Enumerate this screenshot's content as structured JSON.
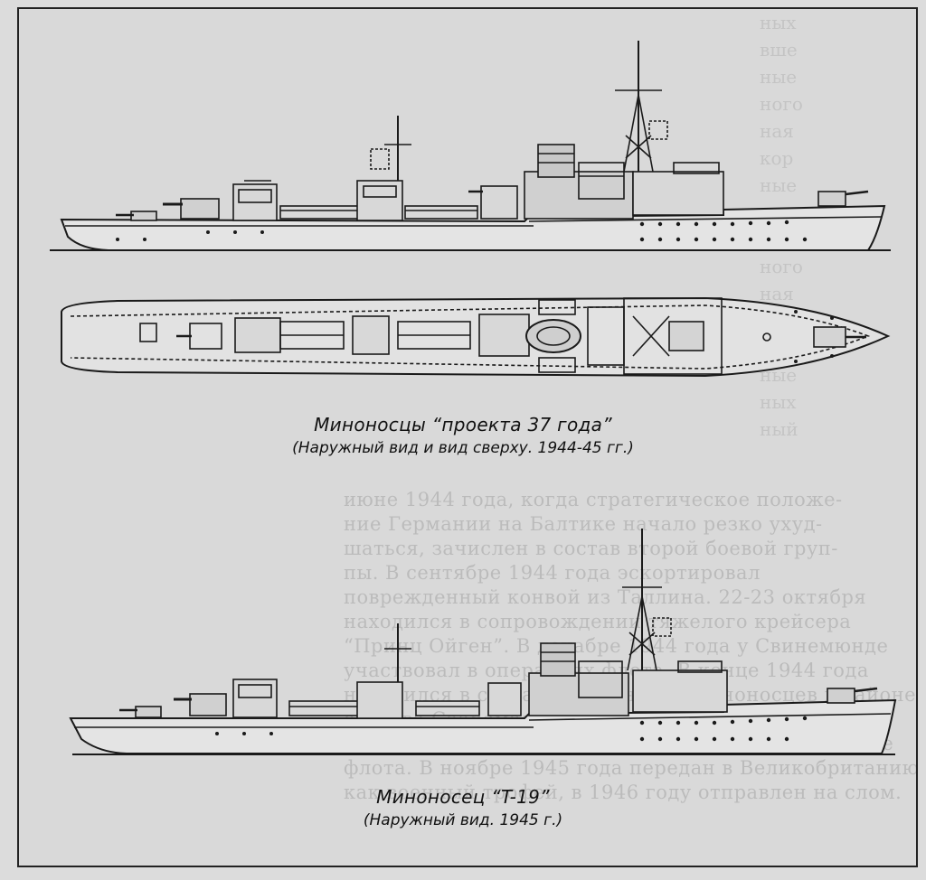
{
  "figure_top": {
    "title": "Миноносцы “проекта 37 года”",
    "subtitle": "(Наружный вид и вид сверху. 1944-45 гг.)"
  },
  "figure_bottom": {
    "title": "Миноносец “T-19”",
    "subtitle": "(Наружный вид. 1945 г.)"
  },
  "colors": {
    "ink": "#1a1a1a",
    "paper": "#dcdcdc"
  }
}
